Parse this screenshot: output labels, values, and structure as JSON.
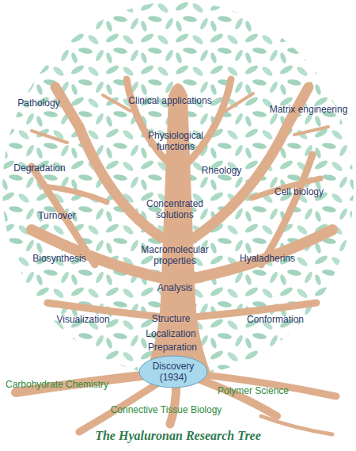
{
  "diagram": {
    "caption": "The Hyaluronan Research Tree",
    "nodes": [
      {
        "text": [
          "Discovery (1934)"
        ]
      }
    ],
    "labels": [
      "Pathology",
      "Clinical applications",
      "Matrix engineering",
      "Physiological functions",
      "Degradation",
      "Rheology",
      "Cell biology",
      "Turnover",
      "Concentrated solutions",
      "Biosynthesis",
      "Macromolecular properties",
      "Hyaladherins",
      "Analysis",
      "Visualization",
      "Structure",
      "Conformation",
      "Localization",
      "Preparation",
      "Carbohydrate Chemistry",
      "Polymer Science",
      "Connective Tissue Biology"
    ]
  }
}
